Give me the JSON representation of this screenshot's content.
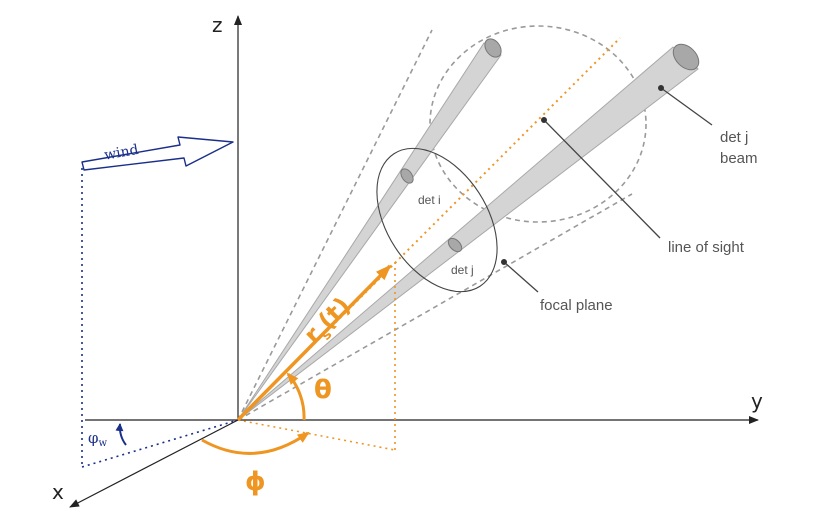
{
  "axes": {
    "x": "x",
    "y": "y",
    "z": "z"
  },
  "labels": {
    "wind": "wind",
    "det_i": "det i",
    "det_j": "det j",
    "det_j_beam_line1": "det j",
    "det_j_beam_line2": "beam",
    "line_of_sight": "line of sight",
    "focal_plane": "focal plane",
    "theta": "θ",
    "phi": "ϕ",
    "phi_w": "φ",
    "phi_w_sub": "w",
    "r_main": "r",
    "r_sub": "s",
    "r_arg": "(t)"
  },
  "colors": {
    "orange": "#ee9522",
    "navy": "#1a2f8a",
    "beam_fill": "#d4d4d4",
    "beam_edge": "#a8a8a8",
    "dashed_gray": "#9a9a9a",
    "text_gray": "#555555"
  }
}
